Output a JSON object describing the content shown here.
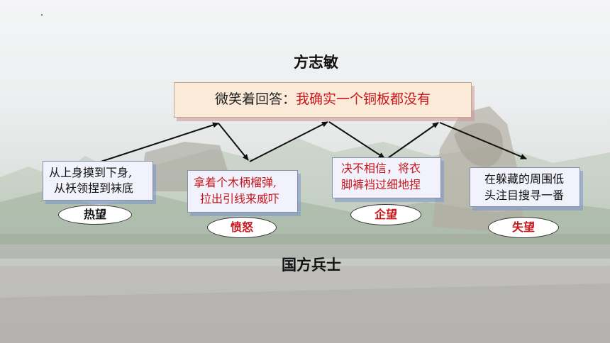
{
  "title_top": "方志敏",
  "title_bottom": "国方兵士",
  "main_box": {
    "lead": "微笑着回答：",
    "answer": "我确实一个铜板都没有"
  },
  "actions": [
    {
      "lines": [
        "从上身摸到下身,",
        "从袄领捏到袜底"
      ],
      "emotion": "热望",
      "text_color": "#111111",
      "emotion_color": "#111111"
    },
    {
      "lines": [
        "拿着个木柄榴弹,",
        "拉出引线来威吓"
      ],
      "emotion": "愤怒",
      "text_color": "#c8161d",
      "emotion_color": "#c8161d"
    },
    {
      "lines": [
        "决不相信，将衣",
        "脚裤裆过细地捏"
      ],
      "emotion": "企望",
      "text_color": "#c8161d",
      "emotion_color": "#c8161d"
    },
    {
      "lines": [
        "在躲藏的周围低",
        "头注目搜寻一番"
      ],
      "emotion": "失望",
      "text_color": "#111111",
      "emotion_color": "#c8161d"
    }
  ]
}
